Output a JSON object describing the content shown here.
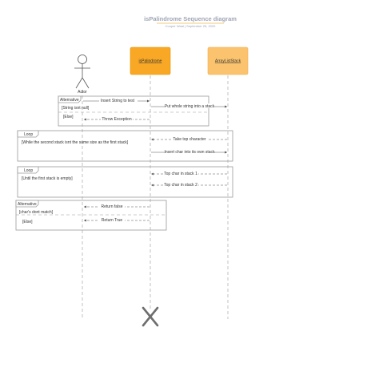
{
  "header": {
    "title": "isPalindrome Sequence diagram",
    "subtitle": "Cooper Waal  |  September 25, 2020",
    "underline_color": "#f0b64b"
  },
  "participants": {
    "actor": "Actor",
    "ispal": "isPalindrome",
    "stack": "ArrayListStack"
  },
  "colors": {
    "ispal_fill": "#f9a825",
    "ispal_stroke": "#e59400",
    "stack_fill": "#fbc36e",
    "stack_stroke": "#f0ad4e",
    "title": "#9fa5b7",
    "destroy": "#6e6e6e"
  },
  "frame1": {
    "kind": "Alternative",
    "guard1": "[String isnt null]",
    "guard2": "[Else]",
    "msg_insert": "Insert String to test",
    "msg_put": "Put whole string into a stack",
    "msg_throw": "Throw Exception"
  },
  "frame2": {
    "kind": "Loop",
    "guard": "[While the second stack isnt the same size as the first stack]",
    "msg_take": "Take top character",
    "msg_insert_char": "Insert char into its own stack"
  },
  "frame3": {
    "kind": "Loop",
    "guard": "[Until the first stack is empty]",
    "msg_top1": "Top char in stack 1",
    "msg_top2": "Top char in stack 2"
  },
  "frame4": {
    "kind": "Alternative",
    "guard1": "[char's dont match]",
    "guard2": "[Else]",
    "msg_false": "Return false",
    "msg_true": "Return True"
  }
}
